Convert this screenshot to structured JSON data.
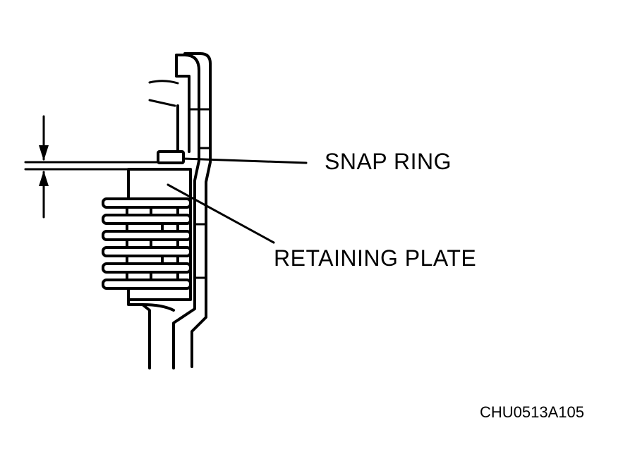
{
  "labels": {
    "snap_ring": "SNAP RING",
    "retaining_plate": "RETAINING PLATE",
    "figure_code": "CHU0513A105"
  },
  "colors": {
    "ink": "#000000",
    "paper": "#ffffff"
  }
}
